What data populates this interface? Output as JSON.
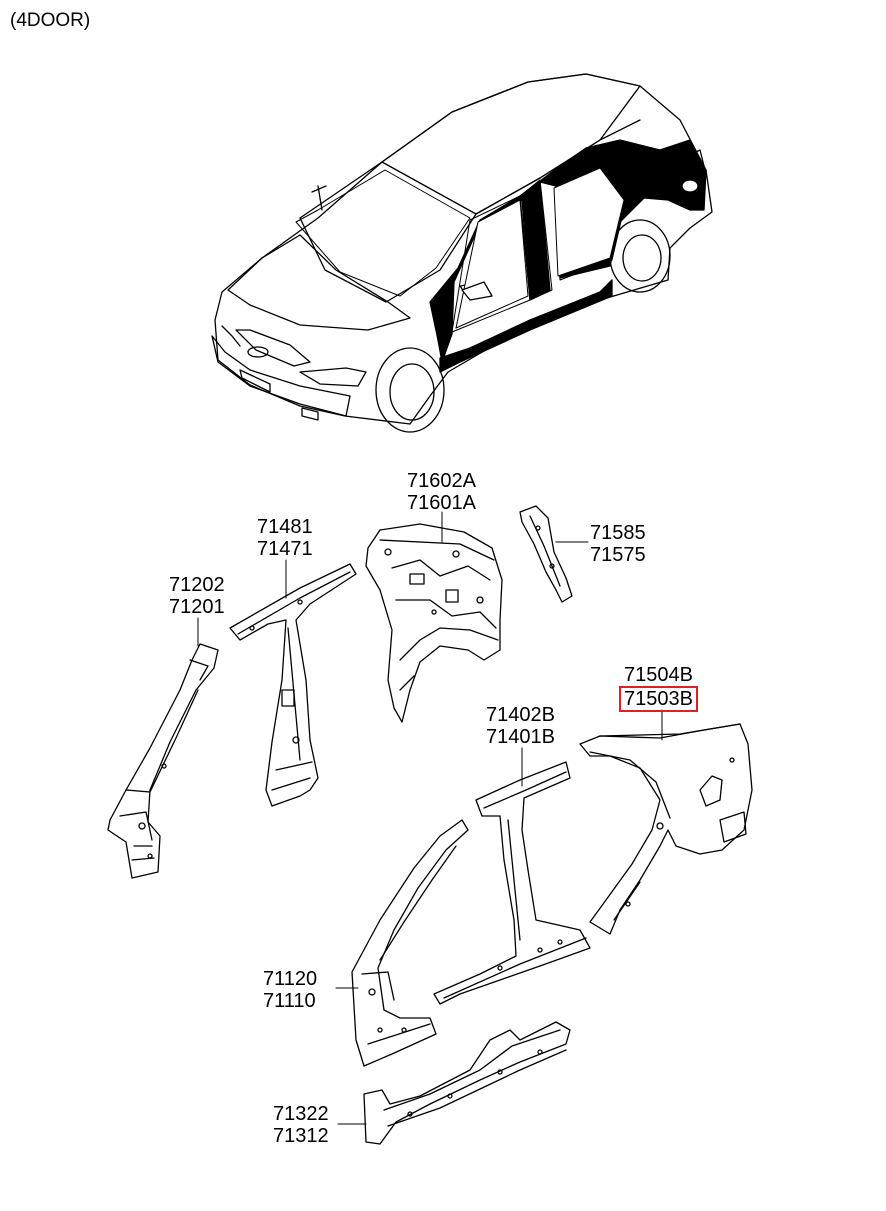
{
  "title": "(4DOOR)",
  "highlight_color": "#e02020",
  "callouts": [
    {
      "id": "p71202",
      "numbers": [
        "71202",
        "71201"
      ]
    },
    {
      "id": "p71481",
      "numbers": [
        "71481",
        "71471"
      ]
    },
    {
      "id": "p71602",
      "numbers": [
        "71602A",
        "71601A"
      ]
    },
    {
      "id": "p71585",
      "numbers": [
        "71585",
        "71575"
      ]
    },
    {
      "id": "p71504",
      "numbers": [
        "71504B",
        "71503B"
      ],
      "highlighted": "71503B"
    },
    {
      "id": "p71402",
      "numbers": [
        "71402B",
        "71401B"
      ]
    },
    {
      "id": "p71120",
      "numbers": [
        "71120",
        "71110"
      ]
    },
    {
      "id": "p71322",
      "numbers": [
        "71322",
        "71312"
      ]
    }
  ]
}
